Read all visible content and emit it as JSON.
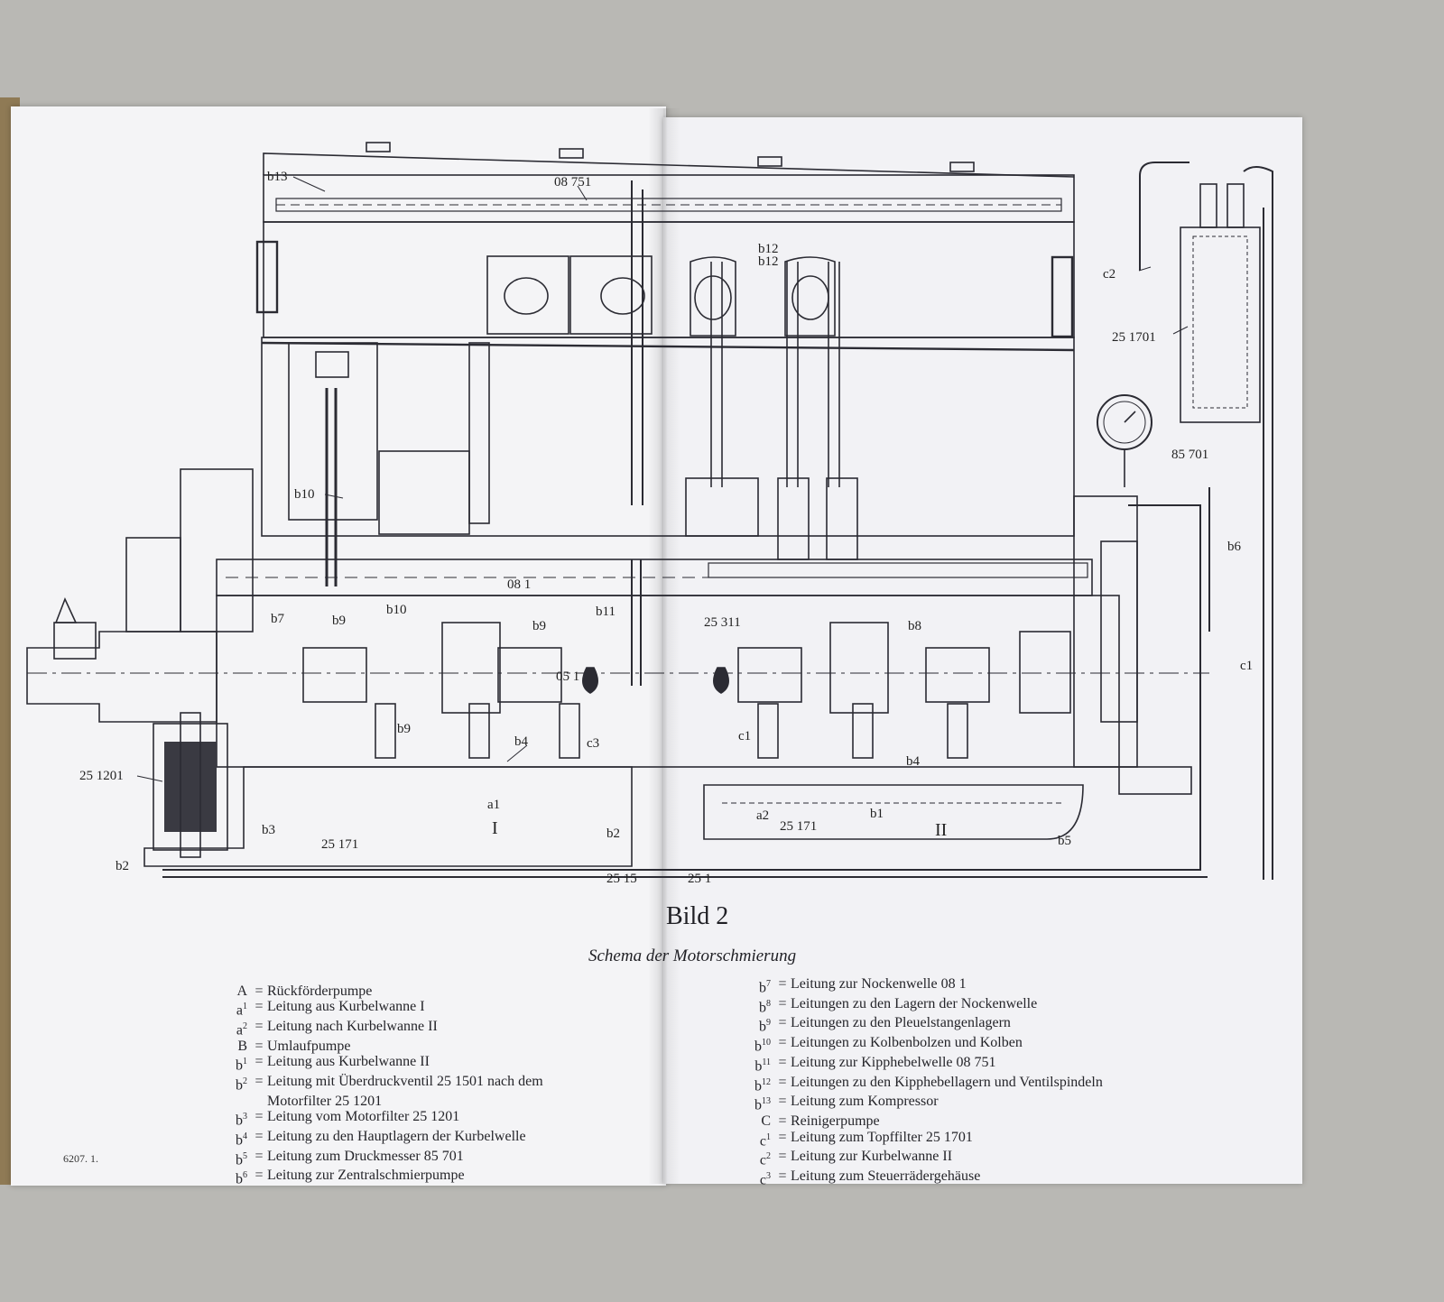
{
  "diagram_labels": {
    "b13": "b13",
    "l08751": "08 751",
    "b12": "b12",
    "c2": "c2",
    "l251701": "25 1701",
    "l85701": "85 701",
    "b10a": "b10",
    "b6": "b6",
    "l081": "08 1",
    "b7": "b7",
    "b9a": "b9",
    "b10b": "b10",
    "b11": "b11",
    "l25311": "25 311",
    "b9b": "b9",
    "b8": "b8",
    "l051": "05 1",
    "c1a": "c1",
    "b9c": "b9",
    "b4a": "b4",
    "c3": "c3",
    "c1b": "c1",
    "b4b": "b4",
    "l251201": "25 1201",
    "a1": "a1",
    "a2": "a2",
    "l25171a": "25 171",
    "l25171b": "25 171",
    "b1": "b1",
    "I": "I",
    "II": "II",
    "b2a": "b2",
    "b3": "b3",
    "b5": "b5",
    "b2b": "b2",
    "l251501": "25 15",
    "l251": "25 1"
  },
  "caption": {
    "title": "Bild 2",
    "subtitle": "Schema der Motorschmierung"
  },
  "legend_left": [
    {
      "key": "A",
      "sup": "",
      "text": "Rückförderpumpe"
    },
    {
      "key": "a",
      "sup": "1",
      "text": "Leitung aus Kurbelwanne I"
    },
    {
      "key": "a",
      "sup": "2",
      "text": "Leitung nach Kurbelwanne II"
    },
    {
      "key": "B",
      "sup": "",
      "text": "Umlaufpumpe"
    },
    {
      "key": "b",
      "sup": "1",
      "text": "Leitung aus Kurbelwanne II"
    },
    {
      "key": "b",
      "sup": "2",
      "text": "Leitung mit Überdruckventil 25 1501 nach dem"
    },
    {
      "key": "",
      "sup": "",
      "text": "Motorfilter 25 1201"
    },
    {
      "key": "b",
      "sup": "3",
      "text": "Leitung vom Motorfilter 25 1201"
    },
    {
      "key": "b",
      "sup": "4",
      "text": "Leitung zu den Hauptlagern der Kurbelwelle"
    },
    {
      "key": "b",
      "sup": "5",
      "text": "Leitung zum Druckmesser 85 701"
    },
    {
      "key": "b",
      "sup": "6",
      "text": "Leitung zur Zentralschmierpumpe"
    }
  ],
  "legend_right": [
    {
      "key": "b",
      "sup": "7",
      "text": "Leitung zur Nockenwelle 08 1"
    },
    {
      "key": "b",
      "sup": "8",
      "text": "Leitungen zu den Lagern der Nockenwelle"
    },
    {
      "key": "b",
      "sup": "9",
      "text": "Leitungen zu den Pleuelstangenlagern"
    },
    {
      "key": "b",
      "sup": "10",
      "text": "Leitungen zu Kolbenbolzen und Kolben"
    },
    {
      "key": "b",
      "sup": "11",
      "text": "Leitung zur Kipphebelwelle 08 751"
    },
    {
      "key": "b",
      "sup": "12",
      "text": "Leitungen zu den Kipphebellagern und Ventilspindeln"
    },
    {
      "key": "b",
      "sup": "13",
      "text": "Leitung zum Kompressor"
    },
    {
      "key": "C",
      "sup": "",
      "text": "Reinigerpumpe"
    },
    {
      "key": "c",
      "sup": "1",
      "text": "Leitung zum Topffilter 25 1701"
    },
    {
      "key": "c",
      "sup": "2",
      "text": "Leitung zur Kurbelwanne II"
    },
    {
      "key": "c",
      "sup": "3",
      "text": "Leitung zum Steuerrädergehäuse"
    }
  ],
  "footnote": "6207. 1."
}
